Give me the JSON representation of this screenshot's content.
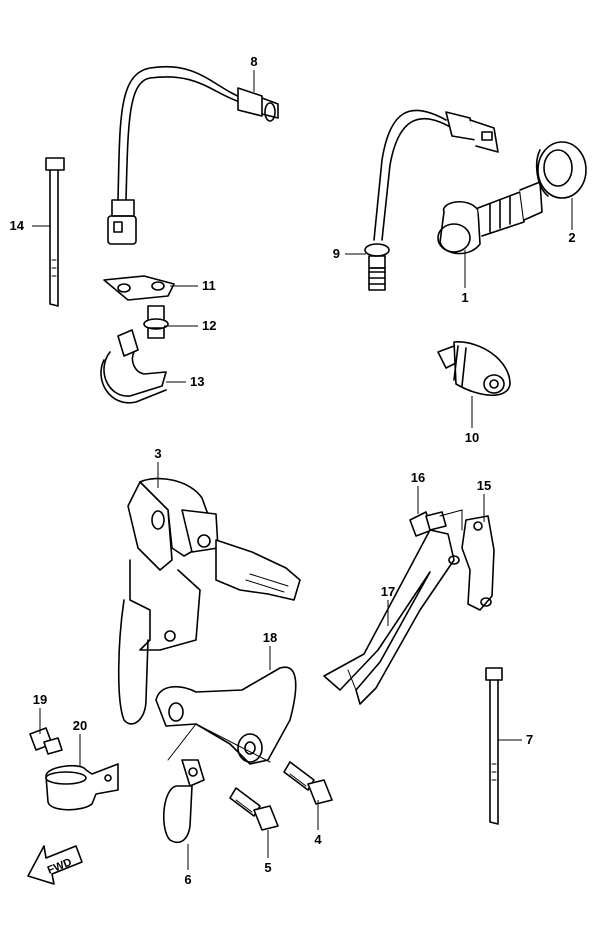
{
  "callouts": {
    "c1": "1",
    "c2": "2",
    "c3": "3",
    "c4": "4",
    "c5": "5",
    "c6": "6",
    "c7": "7",
    "c8": "8",
    "c9": "9",
    "c10": "10",
    "c11": "11",
    "c12": "12",
    "c13": "13",
    "c14": "14",
    "c15": "15",
    "c16": "16",
    "c17": "17",
    "c18": "18",
    "c19": "19",
    "c20": "20"
  },
  "direction": {
    "label": "FWD"
  }
}
